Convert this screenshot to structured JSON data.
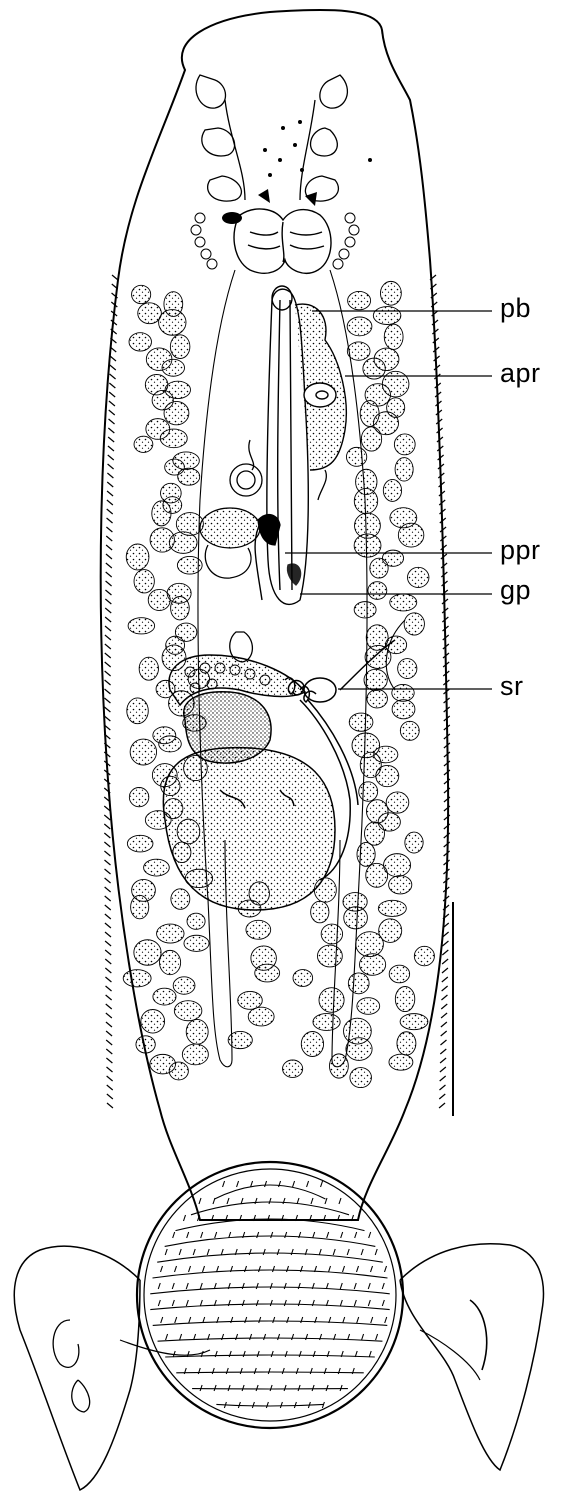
{
  "figure": {
    "labels": {
      "pb": "pb",
      "apr": "apr",
      "ppr": "ppr",
      "gp": "gp",
      "sr": "sr"
    },
    "colors": {
      "ink": "#000000",
      "background": "#ffffff"
    },
    "has_scale_bar": true
  }
}
